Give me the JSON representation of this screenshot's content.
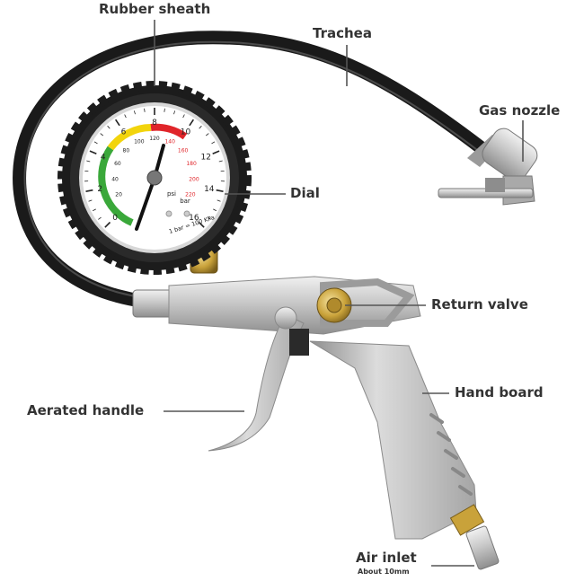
{
  "labels": {
    "rubber_sheath": "Rubber sheath",
    "trachea": "Trachea",
    "gas_nozzle": "Gas nozzle",
    "dial": "Dial",
    "return_valve": "Return valve",
    "hand_board": "Hand board",
    "aerated_handle": "Aerated handle",
    "air_inlet": "Air inlet",
    "air_inlet_note": "About 10mm"
  },
  "dial_face": {
    "bar_ticks": [
      "0",
      "2",
      "4",
      "6",
      "8",
      "10",
      "12",
      "14",
      "16"
    ],
    "psi_ticks": [
      "20",
      "40",
      "60",
      "80",
      "100",
      "120",
      "140",
      "160",
      "180",
      "200",
      "220"
    ],
    "unit_psi": "psi",
    "unit_bar": "bar",
    "conversion_note": "1 bar = 100 KPa"
  },
  "colors": {
    "label_text": "#333333",
    "leader_line": "#555555",
    "hose": "#1a1a1a",
    "metal": "#c9c9c9",
    "dial_zone_red": "#e0252a",
    "dial_zone_yellow": "#f2d40c",
    "dial_zone_green": "#3aa83a",
    "brass": "#c9a23a"
  }
}
